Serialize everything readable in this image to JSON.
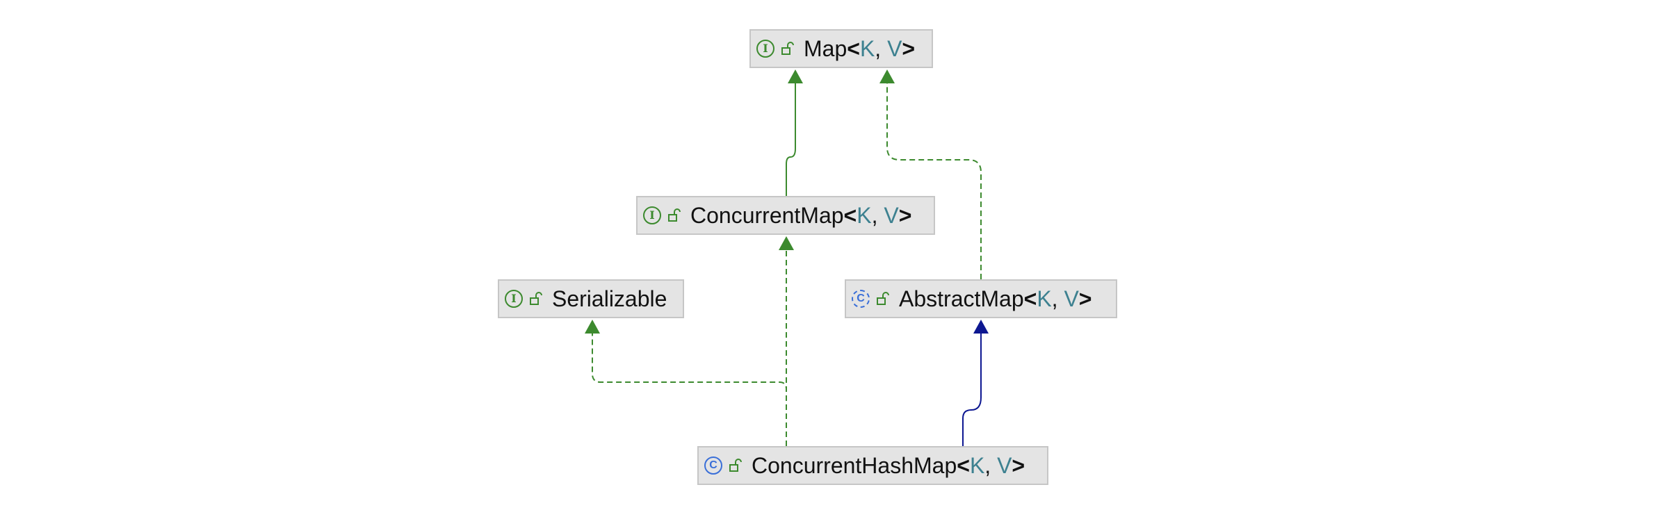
{
  "nodes": {
    "map": {
      "kind": "interface",
      "kind_icon": "interface-icon",
      "name": "Map",
      "open": "<",
      "params": [
        "K",
        "V"
      ],
      "sep": ", ",
      "close": ">"
    },
    "concurrent_map": {
      "kind": "interface",
      "kind_icon": "interface-icon",
      "name": "ConcurrentMap",
      "open": "<",
      "params": [
        "K",
        "V"
      ],
      "sep": ", ",
      "close": ">"
    },
    "serializable": {
      "kind": "interface",
      "kind_icon": "interface-icon",
      "name": "Serializable"
    },
    "abstract_map": {
      "kind": "abstract-class",
      "kind_icon": "abstract-class-icon",
      "name": "AbstractMap",
      "open": "<",
      "params": [
        "K",
        "V"
      ],
      "sep": ", ",
      "close": ">"
    },
    "concurrent_hash_map": {
      "kind": "class",
      "kind_icon": "class-icon",
      "name": "ConcurrentHashMap",
      "open": "<",
      "params": [
        "K",
        "V"
      ],
      "sep": ", ",
      "close": ">"
    }
  },
  "edges": [
    {
      "from": "concurrent_map",
      "to": "map",
      "relation": "extends",
      "style": "solid",
      "color": "#3c8a2e"
    },
    {
      "from": "abstract_map",
      "to": "map",
      "relation": "implements",
      "style": "dashed",
      "color": "#3c8a2e"
    },
    {
      "from": "concurrent_hash_map",
      "to": "concurrent_map",
      "relation": "implements",
      "style": "dashed",
      "color": "#3c8a2e"
    },
    {
      "from": "concurrent_hash_map",
      "to": "serializable",
      "relation": "implements",
      "style": "dashed",
      "color": "#3c8a2e"
    },
    {
      "from": "concurrent_hash_map",
      "to": "abstract_map",
      "relation": "extends",
      "style": "solid",
      "color": "#0d1791"
    }
  ],
  "colors": {
    "interface_accent": "#3c8a2e",
    "class_accent": "#3a6fd8",
    "extends_class": "#0d1791",
    "type_param": "#3d8190",
    "node_fill": "#e4e4e4",
    "node_border": "#c6c6c6"
  },
  "icons": {
    "interface": "I",
    "class": "C",
    "visibility": "lock-open-icon"
  }
}
